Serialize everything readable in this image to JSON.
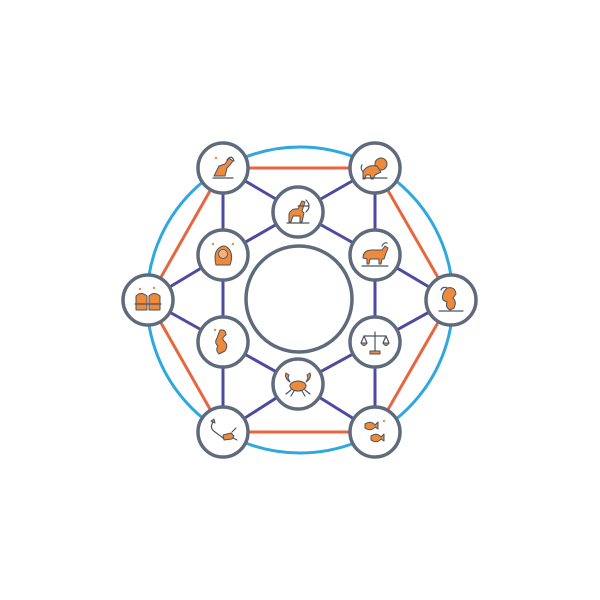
{
  "diagram": {
    "colors": {
      "outer_ring": "#2ea8df",
      "hexagon": "#e8663f",
      "connectors": "#4d4aa0",
      "node_border": "#5f6b7d",
      "center_border": "#5f6b7d",
      "glyph_fill": "#ee8a3c",
      "glyph_stroke": "#4a5361"
    },
    "nodes": [
      {
        "id": "aries",
        "icon": "ram-icon"
      },
      {
        "id": "leo",
        "icon": "lion-icon"
      },
      {
        "id": "sagittarius",
        "icon": "centaur-archer-icon"
      },
      {
        "id": "virgo",
        "icon": "maiden-icon"
      },
      {
        "id": "taurus",
        "icon": "bull-icon"
      },
      {
        "id": "gemini",
        "icon": "twins-icon"
      },
      {
        "id": "capricorn",
        "icon": "sea-goat-icon"
      },
      {
        "id": "aquarius",
        "icon": "water-bearer-icon"
      },
      {
        "id": "libra",
        "icon": "scales-icon"
      },
      {
        "id": "cancer",
        "icon": "crab-icon"
      },
      {
        "id": "scorpio",
        "icon": "scorpion-icon"
      },
      {
        "id": "pisces",
        "icon": "fish-icon"
      }
    ]
  }
}
